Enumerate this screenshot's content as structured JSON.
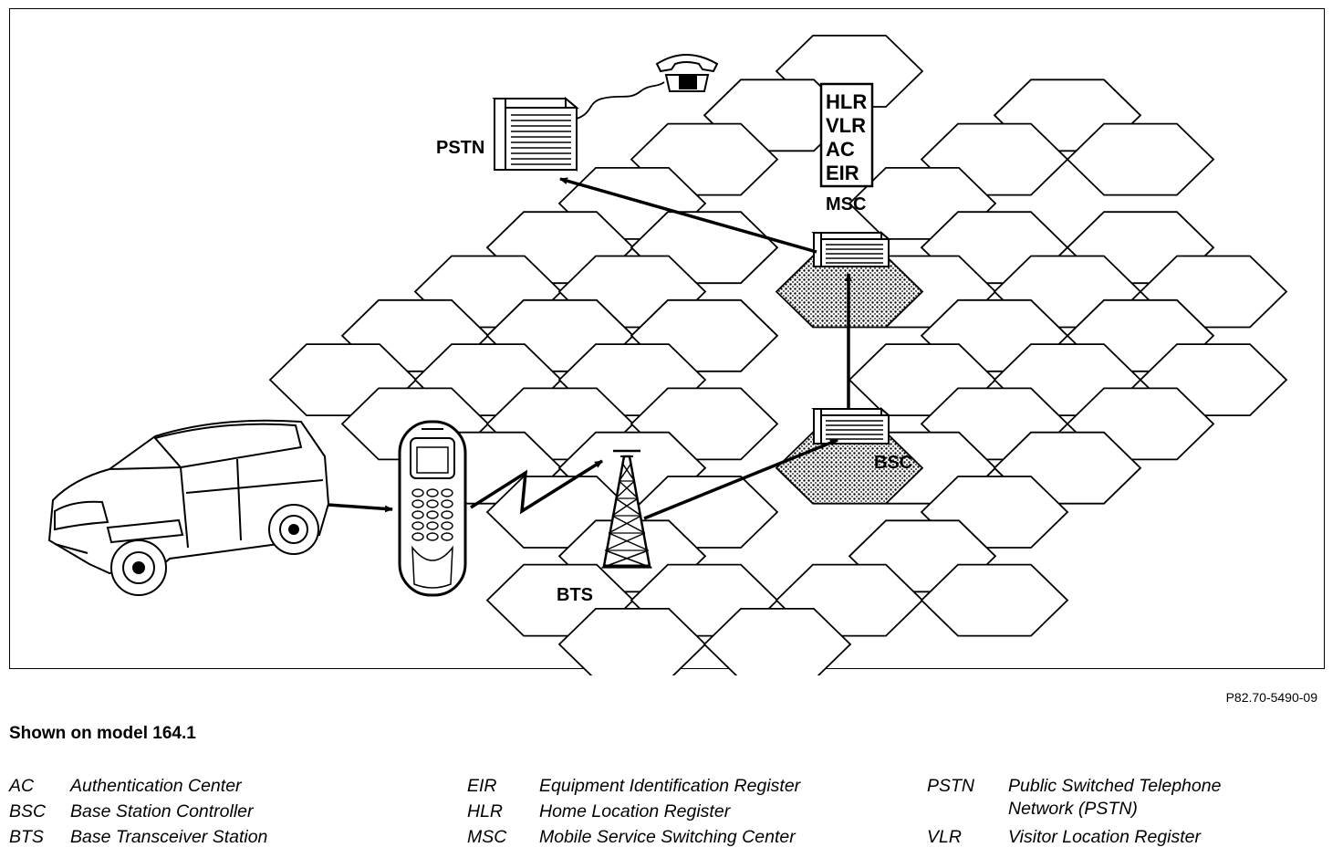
{
  "labels": {
    "pstn": "PSTN",
    "msc": "MSC",
    "bsc": "BSC",
    "bts": "BTS",
    "registers": [
      "HLR",
      "VLR",
      "AC",
      "EIR"
    ]
  },
  "reference": "P82.70-5490-09",
  "caption": "Shown on model 164.1",
  "legend": {
    "col1": [
      {
        "abbr": "AC",
        "def": "Authentication Center"
      },
      {
        "abbr": "BSC",
        "def": "Base Station Controller"
      },
      {
        "abbr": "BTS",
        "def": "Base Transceiver Station"
      }
    ],
    "col2": [
      {
        "abbr": "EIR",
        "def": "Equipment Identification Register"
      },
      {
        "abbr": "HLR",
        "def": "Home Location Register"
      },
      {
        "abbr": "MSC",
        "def": "Mobile Service Switching Center"
      }
    ],
    "col3": [
      {
        "abbr": "PSTN",
        "def": "Public Switched Telephone"
      },
      {
        "abbr": "",
        "def": "Network (PSTN)"
      },
      {
        "abbr": "VLR",
        "def": "Visitor Location Register"
      }
    ]
  }
}
